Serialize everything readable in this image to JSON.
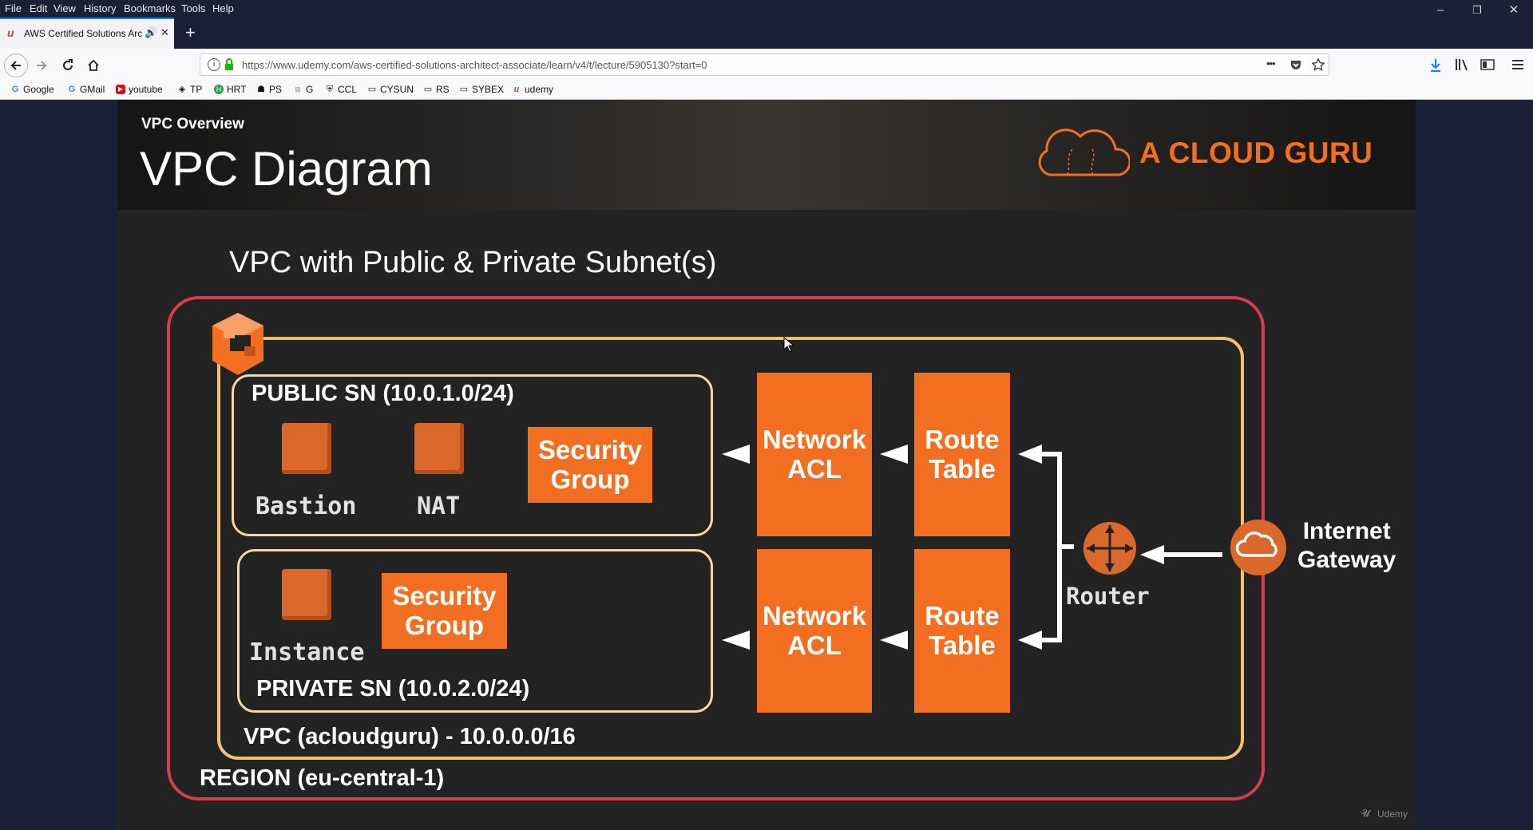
{
  "menu": [
    "File",
    "Edit",
    "View",
    "History",
    "Bookmarks",
    "Tools",
    "Help"
  ],
  "window_controls": {
    "minimize": "–",
    "restore": "❐",
    "close": "✕"
  },
  "tab": {
    "title": "AWS Certified Solutions Arc",
    "new_tab": "+"
  },
  "address": {
    "url": "https://www.udemy.com/aws-certified-solutions-architect-associate/learn/v4/t/lecture/5905130?start=0",
    "menu_dots": "•••"
  },
  "bookmarks": [
    {
      "label": "Google",
      "icon": "google-icon"
    },
    {
      "label": "GMail",
      "icon": "google-icon"
    },
    {
      "label": "youtube",
      "icon": "youtube-icon"
    },
    {
      "label": "TP",
      "icon": "diamond-icon"
    },
    {
      "label": "HRT",
      "icon": "hrt-icon"
    },
    {
      "label": "PS",
      "icon": "ps-icon"
    },
    {
      "label": "G",
      "icon": "image-icon"
    },
    {
      "label": "CCL",
      "icon": "shield-icon"
    },
    {
      "label": "CYSUN",
      "icon": "folder-icon"
    },
    {
      "label": "RS",
      "icon": "folder-icon"
    },
    {
      "label": "SYBEX",
      "icon": "folder-icon"
    },
    {
      "label": "udemy",
      "icon": "udemy-icon"
    }
  ],
  "slide": {
    "section": "VPC Overview",
    "title": "VPC Diagram",
    "brand": "A CLOUD GURU",
    "diagram_title": "VPC with Public & Private Subnet(s)",
    "public_sn": "PUBLIC SN (10.0.1.0/24)",
    "private_sn": "PRIVATE SN (10.0.2.0/24)",
    "bastion": "Bastion",
    "nat": "NAT",
    "instance": "Instance",
    "security_group_1": [
      "Security",
      "Group"
    ],
    "security_group_2": [
      "Security",
      "Group"
    ],
    "network_acl_1": [
      "Network",
      "ACL"
    ],
    "network_acl_2": [
      "Network",
      "ACL"
    ],
    "route_table_1": [
      "Route",
      "Table"
    ],
    "route_table_2": [
      "Route",
      "Table"
    ],
    "router": "Router",
    "internet_gateway": [
      "Internet",
      "Gateway"
    ],
    "vpc_label": "VPC (acloudguru) - 10.0.0.0/16",
    "region_label": "REGION (eu-central-1)",
    "watermark": "Udemy",
    "colors": {
      "orange": "#f26f21",
      "region_border": "#d63d4f",
      "vpc_border": "#f2c16a",
      "subnet_border": "#f4d9a0"
    }
  }
}
